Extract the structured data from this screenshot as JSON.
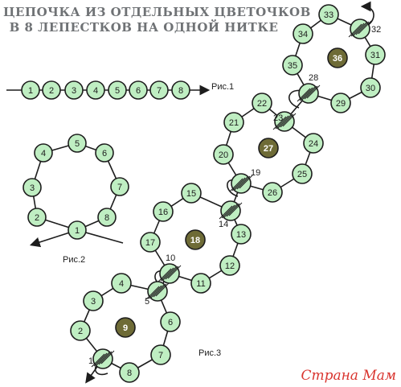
{
  "title": {
    "line1": "ЦЕПОЧКА ИЗ ОТДЕЛЬНЫХ ЦВЕТОЧКОВ",
    "line2": "В 8 ЛЕПЕСТКОВ НА ОДНОЙ НИТКЕ"
  },
  "figures": {
    "fig1": "Рис.1",
    "fig2": "Рис.2",
    "fig3": "Рис.3"
  },
  "colors": {
    "bead": "#bfeec2",
    "center_bead": "#6e6b36",
    "outline": "#1d1d1d",
    "title": "#6f7275",
    "watermark": "#d9352f"
  },
  "fig1_beads": [
    "1",
    "2",
    "3",
    "4",
    "5",
    "6",
    "7",
    "8"
  ],
  "fig2_beads": [
    "1",
    "2",
    "3",
    "4",
    "5",
    "6",
    "7",
    "8"
  ],
  "fig3_beads": [
    "1",
    "2",
    "3",
    "4",
    "5",
    "6",
    "7",
    "8",
    "9",
    "10",
    "11",
    "12",
    "13",
    "14",
    "15",
    "16",
    "17",
    "18",
    "19",
    "20",
    "21",
    "22",
    "23",
    "24",
    "25",
    "26",
    "27",
    "28",
    "29",
    "30",
    "31",
    "32",
    "33",
    "34",
    "35",
    "36"
  ],
  "fig3_center_beads": [
    "9",
    "18",
    "27",
    "36"
  ],
  "fig3_outside_labels": [
    "1",
    "5",
    "10",
    "14",
    "19",
    "23",
    "28",
    "32"
  ],
  "watermark": "Страна Мам"
}
